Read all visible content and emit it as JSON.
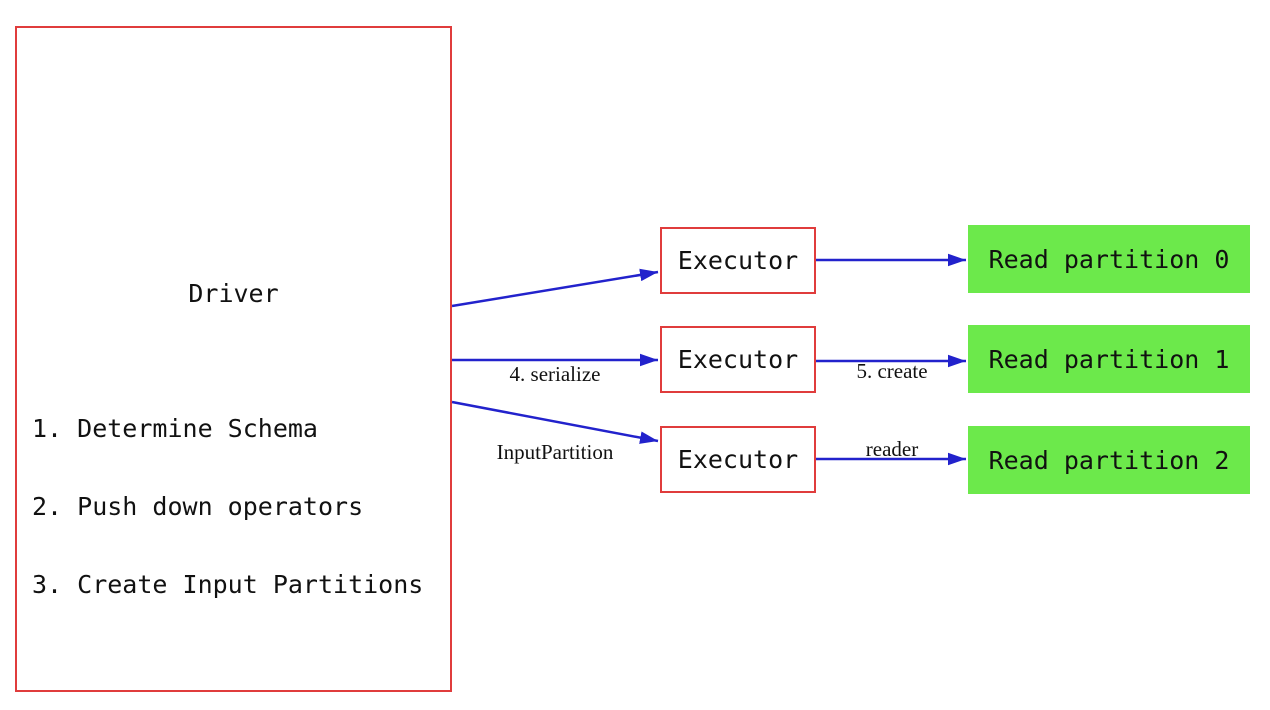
{
  "colors": {
    "box_border_red": "#e03c3c",
    "arrow_blue": "#2222cc",
    "partition_green": "#6ce94b",
    "text_black": "#111111"
  },
  "driver": {
    "title": "Driver",
    "steps": [
      "1. Determine Schema",
      "2. Push down operators",
      "3. Create Input Partitions"
    ]
  },
  "executors": [
    {
      "label": "Executor"
    },
    {
      "label": "Executor"
    },
    {
      "label": "Executor"
    }
  ],
  "partitions": [
    {
      "label": "Read partition 0"
    },
    {
      "label": "Read partition 1"
    },
    {
      "label": "Read partition 2"
    }
  ],
  "edge_labels": {
    "serialize": {
      "line1": "4. serialize",
      "line2": "InputPartition"
    },
    "create_reader": {
      "line1": "5. create",
      "line2": "reader"
    }
  }
}
